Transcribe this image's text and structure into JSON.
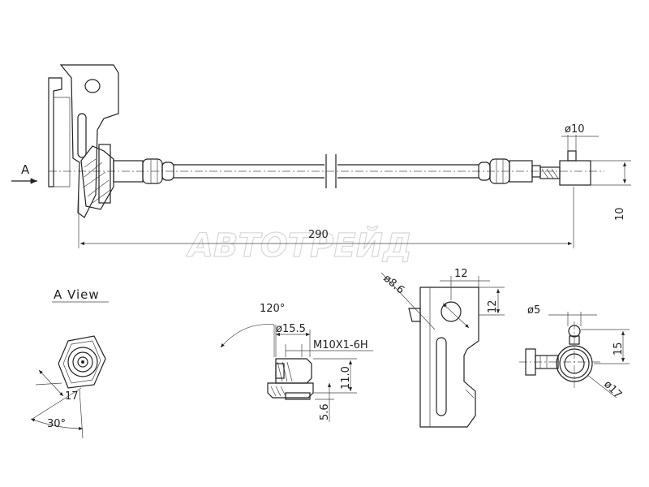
{
  "watermark": "АВТОТРЕЙД",
  "view_arrow_label": "A",
  "view_title": "A  View",
  "dimensions": {
    "total_length": "290",
    "fitting_dia": "ø10",
    "fitting_height": "10",
    "hole_dia": "ø8.6",
    "bracket_width": "12",
    "bracket_height": "12",
    "angle_top": "120°",
    "bolt_dia": "ø15.5",
    "thread": "M10X1-6H",
    "nut_height": "11.0",
    "seat_height": "5.6",
    "across_flats": "17",
    "angle_bottom": "30°",
    "pin_dia": "ø5",
    "banjo_height": "15",
    "banjo_dia": "ø17"
  }
}
